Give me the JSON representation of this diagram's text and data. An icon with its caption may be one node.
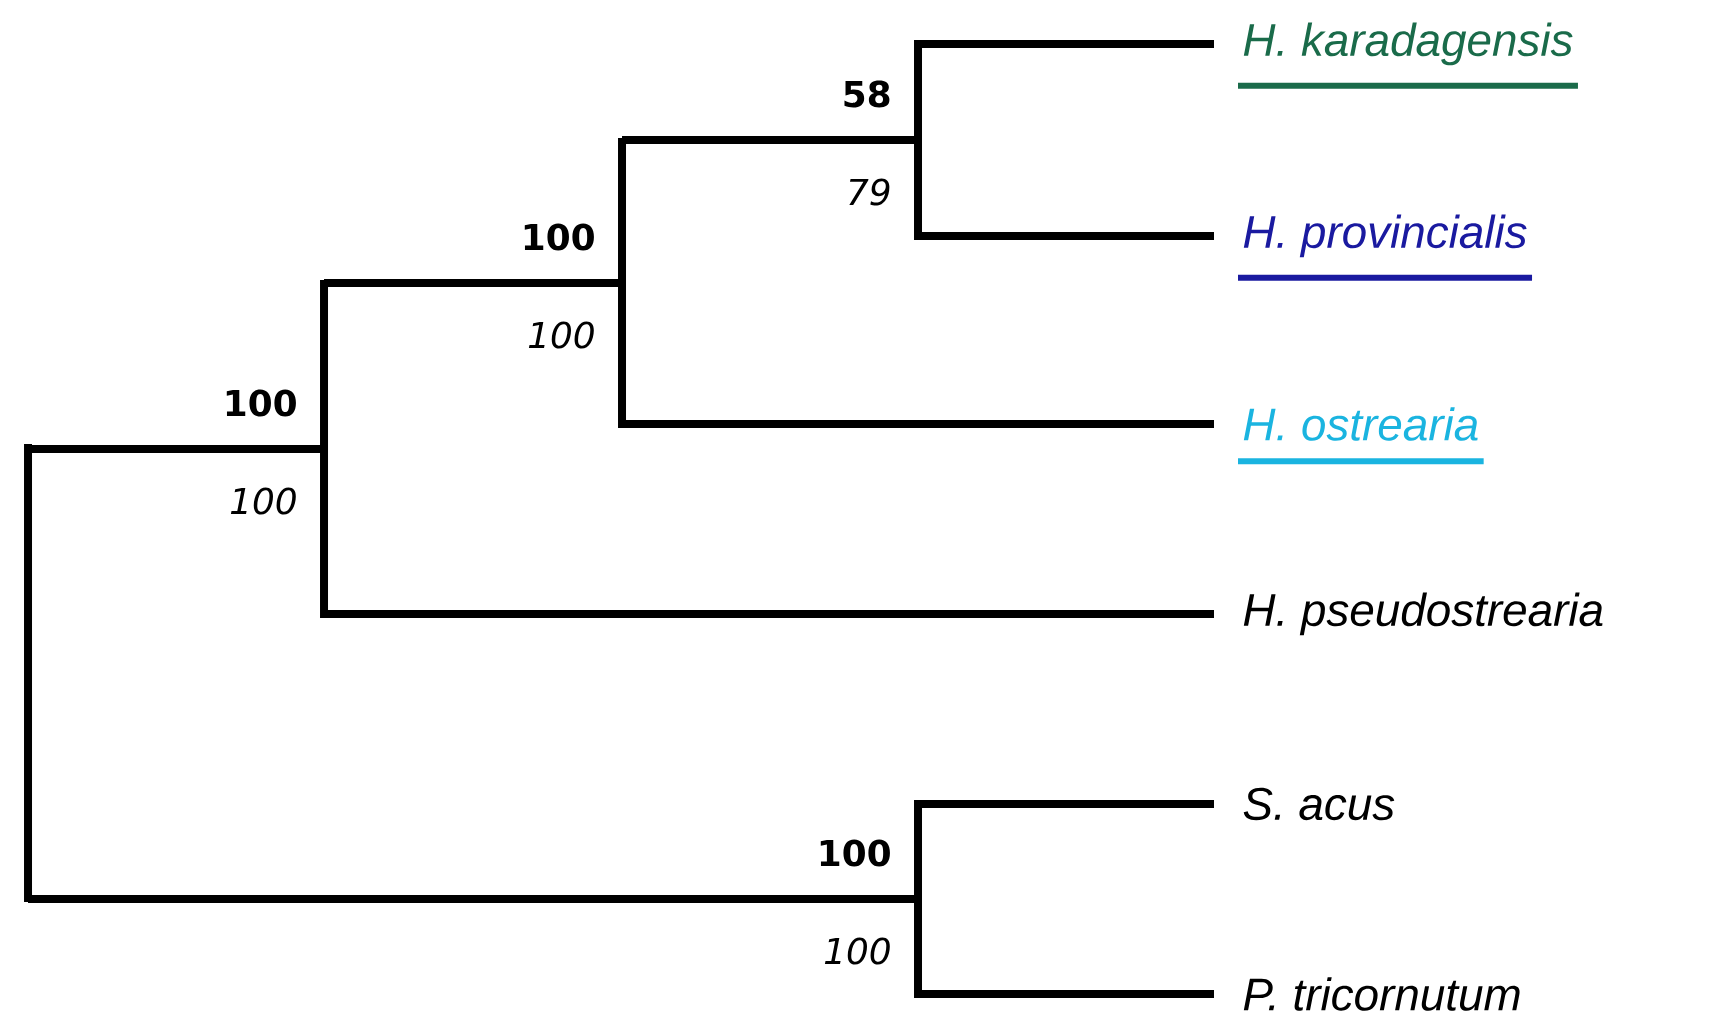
{
  "diagram": {
    "nodes": [
      {
        "text": [],
        "shape": "bar"
      },
      {
        "text": [],
        "shape": "bar",
        "beside": [
          "100",
          "100"
        ]
      },
      {
        "text": [],
        "shape": "bar",
        "beside": [
          "100",
          "100"
        ]
      },
      {
        "text": [],
        "shape": "bar",
        "beside": [
          "58",
          "79"
        ]
      },
      {
        "text": [
          "H. karadagensis"
        ]
      },
      {
        "text": [
          "H. provincialis"
        ]
      },
      {
        "text": [
          "H. ostrearia"
        ]
      },
      {
        "text": [
          "H. pseudostrearia"
        ]
      },
      {
        "text": [],
        "shape": "bar",
        "beside": [
          "100",
          "100"
        ]
      },
      {
        "text": [
          "S. acus"
        ]
      },
      {
        "text": [
          "P. tricornutum"
        ]
      }
    ],
    "edges": [
      {
        "from": 0,
        "to": 1,
        "arrow": "none"
      },
      {
        "from": 0,
        "to": 8,
        "arrow": "none"
      },
      {
        "from": 1,
        "to": 2,
        "arrow": "none"
      },
      {
        "from": 1,
        "to": 7,
        "arrow": "none"
      },
      {
        "from": 2,
        "to": 3,
        "arrow": "none"
      },
      {
        "from": 2,
        "to": 6,
        "arrow": "none"
      },
      {
        "from": 3,
        "to": 4,
        "arrow": "none"
      },
      {
        "from": 3,
        "to": 5,
        "arrow": "none"
      },
      {
        "from": 8,
        "to": 9,
        "arrow": "none"
      },
      {
        "from": 8,
        "to": 10,
        "arrow": "none"
      }
    ]
  }
}
